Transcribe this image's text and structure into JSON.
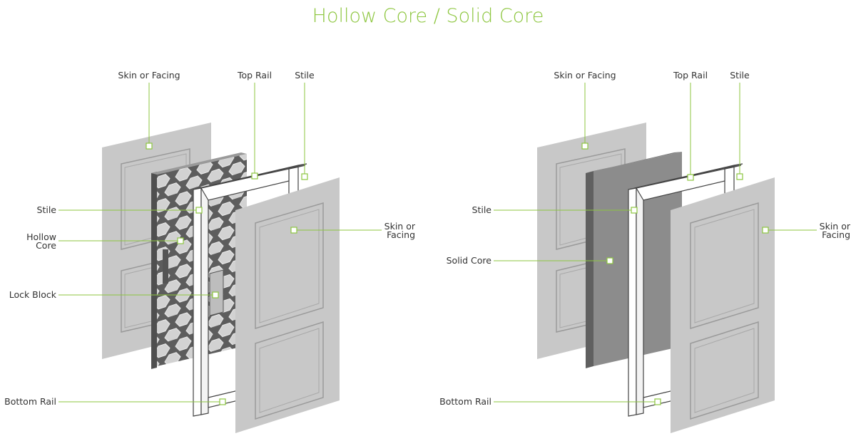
{
  "title": "Hollow Core / Solid Core",
  "colors": {
    "accent": "#8dc63f",
    "label_text": "#333333",
    "skin": "#c8c8c8",
    "skin_panel_line": "#9a9a9a",
    "core_light": "#d2d2d2",
    "core_dark": "#5d5d5d",
    "solid_core_face": "#8c8c8c",
    "solid_core_edge": "#606060",
    "frame_outline": "#444444"
  },
  "hollow_core": {
    "skin_back_label": "Skin or Facing",
    "top_rail_label": "Top Rail",
    "stile_top_label": "Stile",
    "stile_left_label": "Stile",
    "hollow_core_label": [
      "Hollow",
      "Core"
    ],
    "lock_block_label": "Lock Block",
    "bottom_rail_label": "Bottom Rail",
    "skin_front_label": [
      "Skin or",
      "Facing"
    ]
  },
  "solid_core": {
    "skin_back_label": "Skin or Facing",
    "top_rail_label": "Top Rail",
    "stile_top_label": "Stile",
    "stile_left_label": "Stile",
    "solid_core_label": "Solid Core",
    "bottom_rail_label": "Bottom Rail",
    "skin_front_label": [
      "Skin or",
      "Facing"
    ]
  }
}
